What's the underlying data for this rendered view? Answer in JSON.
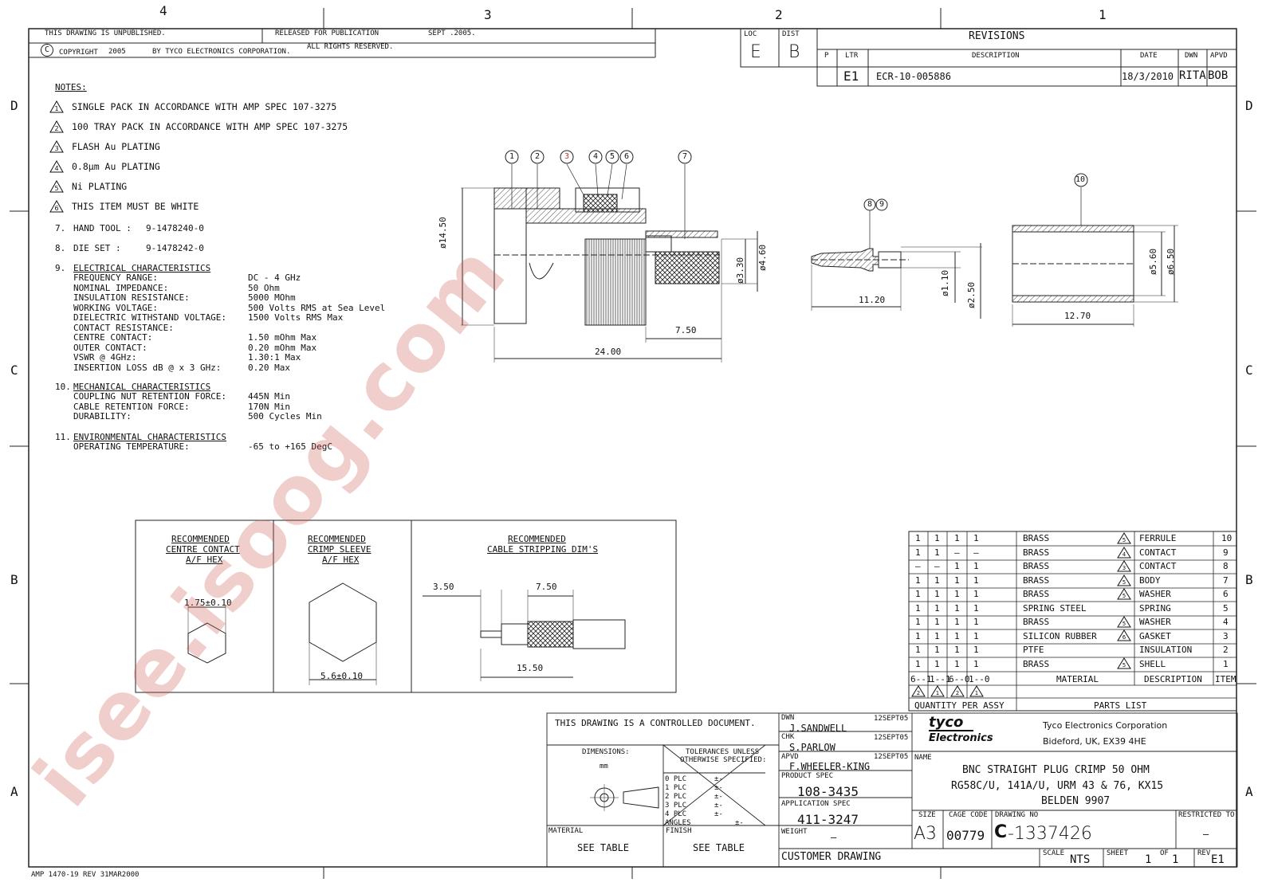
{
  "zones": {
    "cols": [
      "4",
      "3",
      "2",
      "1"
    ],
    "rows": [
      "D",
      "C",
      "B",
      "A"
    ]
  },
  "header": {
    "unpublished": "THIS DRAWING IS UNPUBLISHED.",
    "released": "RELEASED FOR PUBLICATION",
    "date": "SEPT .2005.",
    "copyright": "COPYRIGHT",
    "copyright_year": "2005",
    "copyright_by": "BY TYCO ELECTRONICS CORPORATION.",
    "rights": "ALL RIGHTS RESERVED."
  },
  "revisions": {
    "loc_label": "LOC",
    "loc": "E",
    "dist_label": "DIST",
    "dist": "B",
    "title": "REVISIONS",
    "headers": [
      "P",
      "LTR",
      "DESCRIPTION",
      "DATE",
      "DWN",
      "APVD"
    ],
    "row": {
      "ltr": "E1",
      "description": "ECR-10-005886",
      "date": "18/3/2010",
      "dwn": "RITA",
      "apvd": "BOB"
    }
  },
  "notes": {
    "heading": "NOTES:",
    "flagged": [
      {
        "n": "1",
        "text": "SINGLE PACK IN ACCORDANCE WITH AMP SPEC 107-3275"
      },
      {
        "n": "2",
        "text": "100 TRAY PACK IN ACCORDANCE WITH AMP SPEC 107-3275"
      },
      {
        "n": "3",
        "text": "FLASH Au PLATING"
      },
      {
        "n": "4",
        "text": "0.8µm Au PLATING"
      },
      {
        "n": "5",
        "text": "Ni PLATING"
      },
      {
        "n": "6",
        "text": "THIS ITEM MUST BE WHITE"
      }
    ],
    "n7": "7.",
    "n7_label": "HAND TOOL :",
    "n7_value": "9-1478240-0",
    "n8": "8.",
    "n8_label": "DIE SET :",
    "n8_value": "9-1478242-0",
    "n9": "9.",
    "n9_title": "ELECTRICAL CHARACTERISTICS",
    "electrical": [
      {
        "k": "FREQUENCY RANGE:",
        "v": "DC - 4 GHz"
      },
      {
        "k": "NOMINAL IMPEDANCE:",
        "v": "50 Ohm"
      },
      {
        "k": "INSULATION RESISTANCE:",
        "v": "5000 MOhm"
      },
      {
        "k": "WORKING VOLTAGE:",
        "v": "500 Volts RMS at Sea Level"
      },
      {
        "k": "DIELECTRIC WITHSTAND VOLTAGE:",
        "v": "1500 Volts RMS Max"
      },
      {
        "k": "CONTACT RESISTANCE:",
        "v": ""
      },
      {
        "k": "CENTRE CONTACT:",
        "v": "1.50 mOhm Max"
      },
      {
        "k": "OUTER CONTACT:",
        "v": "0.20 mOhm Max"
      },
      {
        "k": "VSWR @ 4GHz:",
        "v": "1.30:1 Max"
      },
      {
        "k": "INSERTION LOSS dB @ x 3 GHz:",
        "v": "0.20 Max"
      }
    ],
    "n10": "10.",
    "n10_title": "MECHANICAL CHARACTERISTICS",
    "mechanical": [
      {
        "k": "COUPLING NUT RETENTION FORCE:",
        "v": "445N Min"
      },
      {
        "k": "CABLE RETENTION FORCE:",
        "v": "170N Min"
      },
      {
        "k": "DURABILITY:",
        "v": "500 Cycles Min"
      }
    ],
    "n11": "11.",
    "n11_title": "ENVIRONMENTAL CHARACTERISTICS",
    "environmental": [
      {
        "k": "OPERATING TEMPERATURE:",
        "v": "-65 to +165 DegC"
      }
    ]
  },
  "balloons": [
    "1",
    "2",
    "3",
    "4",
    "5",
    "6",
    "7",
    "8",
    "9",
    "10"
  ],
  "dims": {
    "d1450": "ø14.50",
    "d330": "ø3.30",
    "d460": "ø4.60",
    "l750": "7.50",
    "l2400": "24.00",
    "l1120": "11.20",
    "d110": "ø1.10",
    "d250": "ø2.50",
    "l1270": "12.70",
    "d560": "ø5.60",
    "d650": "ø6.50"
  },
  "recommended": {
    "contact_title": [
      "RECOMMENDED",
      "CENTRE CONTACT",
      "A/F HEX"
    ],
    "contact_dim": "1.75±0.10",
    "sleeve_title": [
      "RECOMMENDED",
      "CRIMP SLEEVE",
      "A/F HEX"
    ],
    "sleeve_dim": "5.6±0.10",
    "strip_title": [
      "RECOMMENDED",
      "CABLE STRIPPING DIM'S"
    ],
    "strip_a": "3.50",
    "strip_b": "7.50",
    "strip_c": "15.50"
  },
  "parts": {
    "rows": [
      {
        "q": [
          "1",
          "1",
          "1",
          "1"
        ],
        "material": "BRASS",
        "flag": "5",
        "desc": "FERRULE",
        "item": "10"
      },
      {
        "q": [
          "1",
          "1",
          "–",
          "–"
        ],
        "material": "BRASS",
        "flag": "4",
        "desc": "CONTACT",
        "item": "9"
      },
      {
        "q": [
          "–",
          "–",
          "1",
          "1"
        ],
        "material": "BRASS",
        "flag": "3",
        "desc": "CONTACT",
        "item": "8"
      },
      {
        "q": [
          "1",
          "1",
          "1",
          "1"
        ],
        "material": "BRASS",
        "flag": "5",
        "desc": "BODY",
        "item": "7"
      },
      {
        "q": [
          "1",
          "1",
          "1",
          "1"
        ],
        "material": "BRASS",
        "flag": "5",
        "desc": "WASHER",
        "item": "6"
      },
      {
        "q": [
          "1",
          "1",
          "1",
          "1"
        ],
        "material": "SPRING STEEL",
        "flag": "",
        "desc": "SPRING",
        "item": "5"
      },
      {
        "q": [
          "1",
          "1",
          "1",
          "1"
        ],
        "material": "BRASS",
        "flag": "5",
        "desc": "WASHER",
        "item": "4"
      },
      {
        "q": [
          "1",
          "1",
          "1",
          "1"
        ],
        "material": "SILICON RUBBER",
        "flag": "6",
        "desc": "GASKET",
        "item": "3"
      },
      {
        "q": [
          "1",
          "1",
          "1",
          "1"
        ],
        "material": "PTFE",
        "flag": "",
        "desc": "INSULATION",
        "item": "2"
      },
      {
        "q": [
          "1",
          "1",
          "1",
          "1"
        ],
        "material": "BRASS",
        "flag": "5",
        "desc": "SHELL",
        "item": "1"
      }
    ],
    "suffixes": [
      "6--1",
      "1--1",
      "6--0",
      "1--0"
    ],
    "suffix_flags": [
      "2",
      "1",
      "2",
      "1"
    ],
    "h_material": "MATERIAL",
    "h_desc": "DESCRIPTION",
    "h_item": "ITEM",
    "qty_label": "QUANTITY PER ASSY",
    "list_label": "PARTS LIST"
  },
  "titleblock": {
    "controlled": "THIS DRAWING IS A CONTROLLED DOCUMENT.",
    "dimensions_label": "DIMENSIONS:",
    "dimensions_unit": "mm",
    "tol_title": [
      "TOLERANCES UNLESS",
      "OTHERWISE SPECIFIED:"
    ],
    "tol_rows": [
      "0 PLC",
      "1 PLC",
      "2 PLC",
      "3 PLC",
      "4 PLC",
      "ANGLES"
    ],
    "tol_pm": "±-",
    "material_label": "MATERIAL",
    "material": "SEE TABLE",
    "finish_label": "FINISH",
    "finish": "SEE TABLE",
    "dwn_label": "DWN",
    "dwn": "J.SANDWELL",
    "dwn_date": "12SEPT05",
    "chk_label": "CHK",
    "chk": "S.PARLOW",
    "chk_date": "12SEPT05",
    "apvd_label": "APVD",
    "apvd": "F.WHEELER-KING",
    "apvd_date": "12SEPT05",
    "product_spec_label": "PRODUCT SPEC",
    "product_spec": "108-3435",
    "app_spec_label": "APPLICATION SPEC",
    "app_spec": "411-3247",
    "weight_label": "WEIGHT",
    "weight": "–",
    "customer": "CUSTOMER DRAWING",
    "logo_1": "tyco",
    "logo_2": "Electronics",
    "company": "Tyco Electronics Corporation",
    "address": "Bideford, UK, EX39 4HE",
    "name_label": "NAME",
    "name": [
      "BNC STRAIGHT PLUG CRIMP 50 OHM",
      "RG58C/U, 141A/U, URM 43 & 76, KX15",
      "BELDEN 9907"
    ],
    "size_label": "SIZE",
    "size": "A3",
    "cage_label": "CAGE CODE",
    "cage": "00779",
    "dwg_label": "DRAWING NO",
    "dwg_prefix": "C",
    "dwg": "-1337426",
    "restricted_label": "RESTRICTED TO",
    "restricted": "–",
    "scale_label": "SCALE",
    "scale": "NTS",
    "sheet_label": "SHEET",
    "sheet": "1",
    "of_label": "OF",
    "of": "1",
    "rev_label": "REV",
    "rev": "E1"
  },
  "form_id": "AMP 1470-19 REV 31MAR2000",
  "watermark": "isee.isoog.com"
}
